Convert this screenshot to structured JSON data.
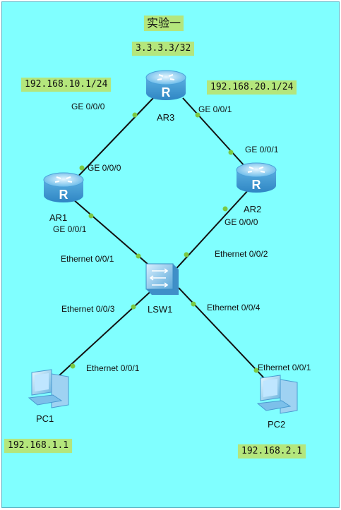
{
  "title": "实验一",
  "addresses": {
    "ar3_loopback": "3.3.3.3/32",
    "net_left": "192.168.10.1/24",
    "net_right": "192.168.20.1/24",
    "pc1_ip": "192.168.1.1",
    "pc2_ip": "192.168.2.1"
  },
  "devices": {
    "ar3": "AR3",
    "ar1": "AR1",
    "ar2": "AR2",
    "lsw1": "LSW1",
    "pc1": "PC1",
    "pc2": "PC2"
  },
  "ports": {
    "ar3_left": "GE 0/0/0",
    "ar3_right": "GE 0/0/1",
    "ar1_up": "GE 0/0/0",
    "ar1_down": "GE 0/0/1",
    "ar2_up": "GE 0/0/1",
    "ar2_down": "GE 0/0/0",
    "sw_ar1": "Ethernet 0/0/1",
    "sw_ar2": "Ethernet 0/0/2",
    "sw_pc1": "Ethernet 0/0/3",
    "sw_pc2": "Ethernet 0/0/4",
    "pc1_port": "Ethernet 0/0/1",
    "pc2_port": "Ethernet 0/0/1"
  },
  "colors": {
    "background": "#80ffff",
    "highlight": "#b4e67c",
    "link": "#111111",
    "port_dot": "#7ac943"
  }
}
